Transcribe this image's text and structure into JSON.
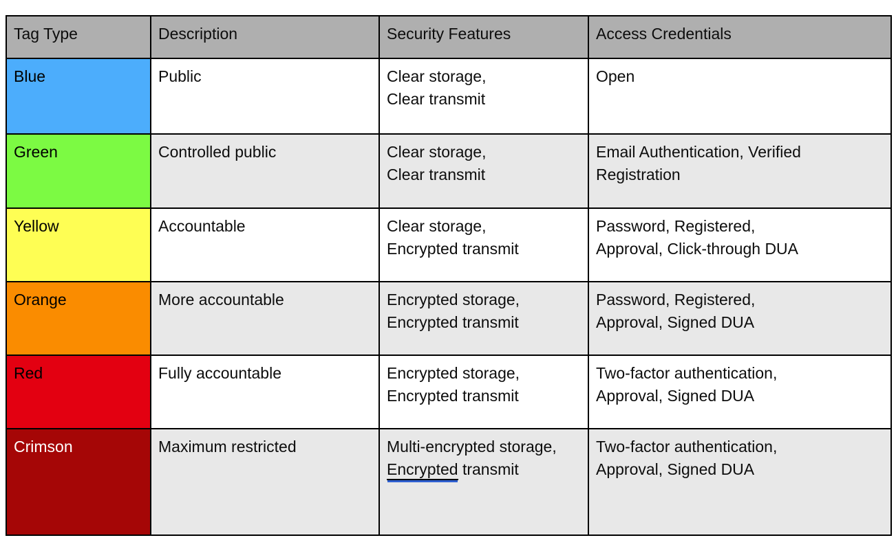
{
  "table": {
    "headers": [
      "Tag Type",
      "Description",
      "Security Features",
      "Access Credentials"
    ],
    "rows": [
      {
        "tag": "Blue",
        "tag_color": "#4CADFC",
        "tag_text_color": "#000000",
        "row_background": "#FFFFFF",
        "description": "Public",
        "security_features": [
          "Clear storage,",
          "Clear transmit"
        ],
        "access_credentials": [
          "Open"
        ]
      },
      {
        "tag": "Green",
        "tag_color": "#7CFA43",
        "tag_text_color": "#000000",
        "row_background": "#E8E8E8",
        "description": "Controlled public",
        "security_features": [
          "Clear storage,",
          "Clear transmit"
        ],
        "access_credentials": [
          "Email Authentication, Verified",
          "Registration"
        ]
      },
      {
        "tag": "Yellow",
        "tag_color": "#FEFE54",
        "tag_text_color": "#000000",
        "row_background": "#FFFFFF",
        "description": "Accountable",
        "security_features": [
          "Clear storage,",
          "Encrypted transmit"
        ],
        "access_credentials": [
          "Password, Registered,",
          "Approval, Click-through DUA"
        ]
      },
      {
        "tag": "Orange",
        "tag_color": "#FA8C00",
        "tag_text_color": "#000000",
        "row_background": "#E8E8E8",
        "description": "More accountable",
        "security_features": [
          "Encrypted storage,",
          "Encrypted transmit"
        ],
        "access_credentials": [
          "Password, Registered,",
          "Approval, Signed DUA"
        ]
      },
      {
        "tag": "Red",
        "tag_color": "#E30011",
        "tag_text_color": "#000000",
        "row_background": "#FFFFFF",
        "description": "Fully accountable",
        "security_features": [
          "Encrypted storage,",
          "Encrypted transmit"
        ],
        "access_credentials": [
          "Two-factor authentication,",
          "Approval, Signed DUA"
        ]
      },
      {
        "tag": "Crimson",
        "tag_color": "#A50606",
        "tag_text_color": "#FFFFFF",
        "row_background": "#E8E8E8",
        "description": "Maximum restricted",
        "security_features_rich": {
          "prefix": "Multi-encrypted storage, ",
          "linked": "Encrypted",
          "suffix": " transmit"
        },
        "security_features": [
          "Multi-encrypted",
          "storage, Encrypted",
          "transmit"
        ],
        "access_credentials": [
          "Two-factor authentication,",
          "Approval, Signed DUA"
        ]
      }
    ]
  },
  "style": {
    "header_background": "#AFAFAF",
    "border_color": "#000000",
    "shaded_row_background": "#E8E8E8",
    "grammar_underline_color": "#2F5FD0"
  }
}
